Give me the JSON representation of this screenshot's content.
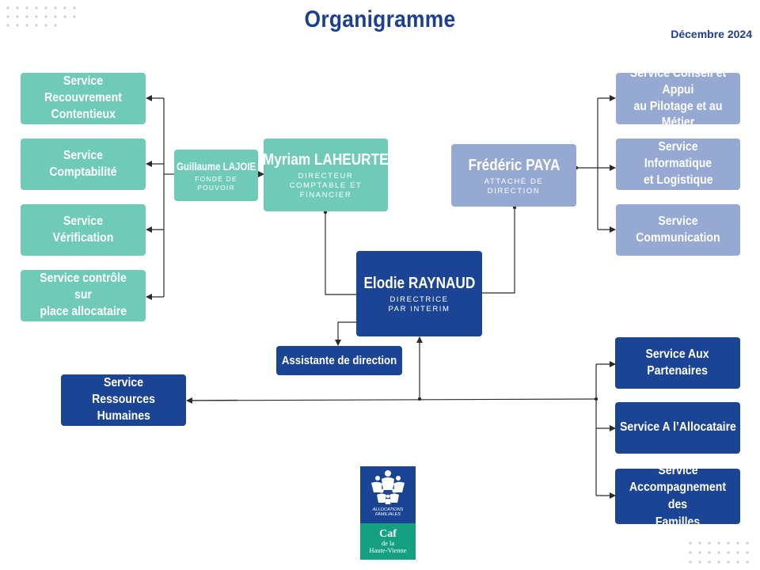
{
  "header": {
    "title": "Organigramme",
    "date": "Décembre 2024"
  },
  "colors": {
    "title": "#1d3f91",
    "teal": "#6fcbb7",
    "lavender": "#96a9d3",
    "navy": "#1c4494",
    "logo_green": "#16a082",
    "connector": "#2b2b2b"
  },
  "people": {
    "director": {
      "name": "Elodie RAYNAUD",
      "role_line1": "DIRECTRICE",
      "role_line2": "PAR INTERIM"
    },
    "finance": {
      "name": "Myriam LAHEURTE",
      "role_line1": "DIRECTEUR",
      "role_line2": "COMPTABLE ET",
      "role_line3": "FINANCIER"
    },
    "proxy": {
      "name": "Guillaume LAJOIE",
      "role_line1": "FONDÉ DE",
      "role_line2": "POUVOIR"
    },
    "attache": {
      "name": "Frédéric PAYA",
      "role_line1": "ATTACHÉ DE",
      "role_line2": "DIRECTION"
    }
  },
  "services": {
    "recouvrement": [
      "Service Recouvrement",
      "Contentieux"
    ],
    "comptabilite": [
      "Service Comptabilité"
    ],
    "verification": [
      "Service Vérification"
    ],
    "controle": [
      "Service contrôle sur",
      "place allocataire"
    ],
    "conseil": [
      "Service Conseil et Appui",
      "au Pilotage et au Métier"
    ],
    "informatique": [
      "Service Informatique",
      "et Logistique"
    ],
    "communication": [
      "Service",
      "Communication"
    ],
    "assistante": [
      "Assistante de direction"
    ],
    "rh": [
      "Service Ressources",
      "Humaines"
    ],
    "partenaires": [
      "Service Aux",
      "Partenaires"
    ],
    "allocataire": [
      "Service A l’Allocataire"
    ],
    "familles": [
      "Service",
      "Accompagnement des",
      "Familles"
    ]
  },
  "logo": {
    "band_line1": "ALLOCATIONS",
    "band_line2": "FAMILIALES",
    "brand": "Caf",
    "sub_line1": "de la",
    "sub_line2": "Haute-Vienne"
  }
}
